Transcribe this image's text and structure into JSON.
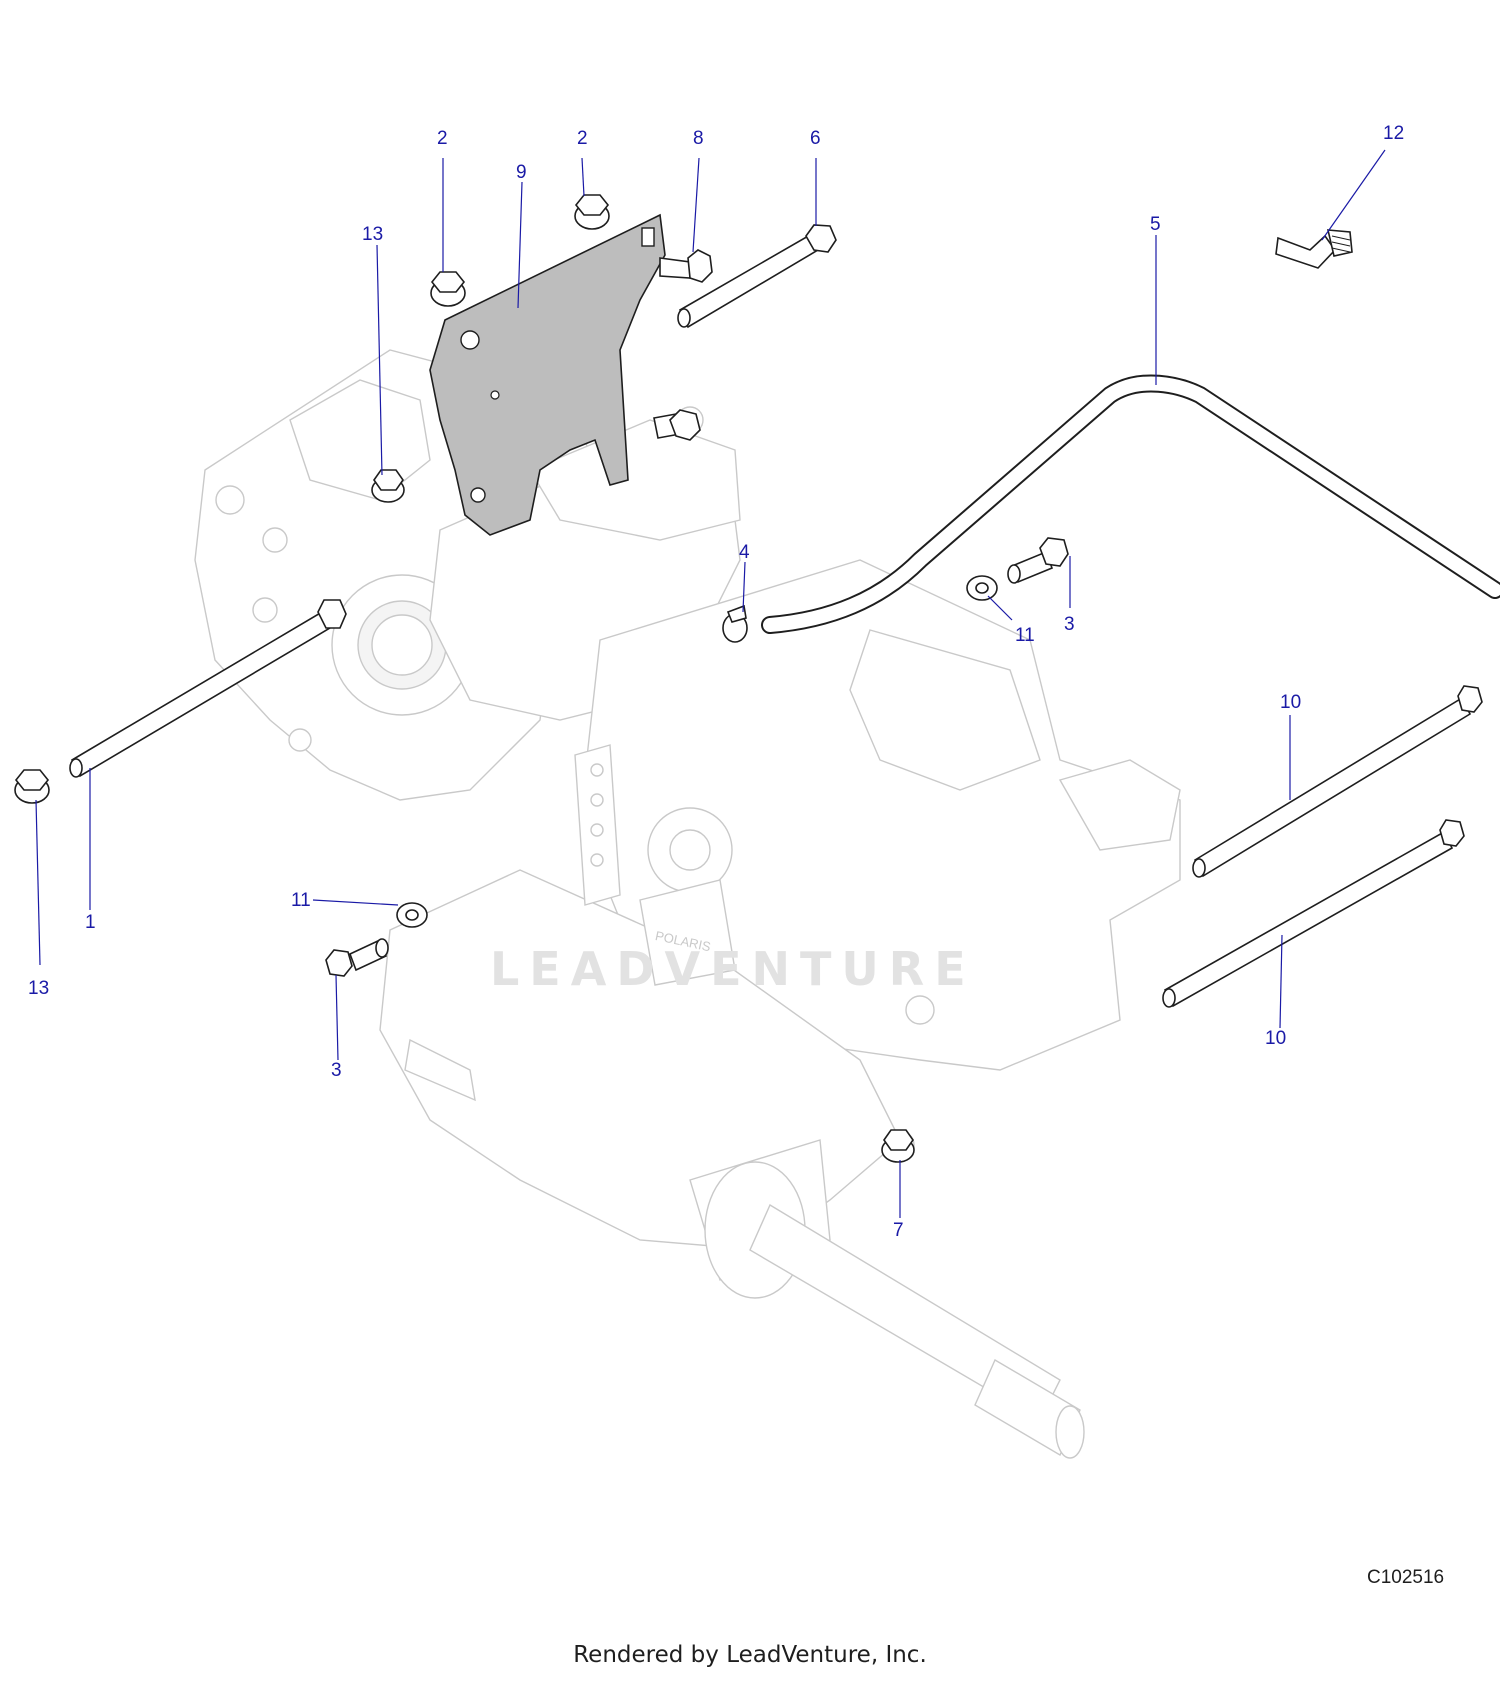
{
  "diagram": {
    "callouts": [
      {
        "id": "c2a",
        "label": "2"
      },
      {
        "id": "c2b",
        "label": "2"
      },
      {
        "id": "c9",
        "label": "9"
      },
      {
        "id": "c8",
        "label": "8"
      },
      {
        "id": "c6",
        "label": "6"
      },
      {
        "id": "c12",
        "label": "12"
      },
      {
        "id": "c13a",
        "label": "13"
      },
      {
        "id": "c5",
        "label": "5"
      },
      {
        "id": "c4",
        "label": "4"
      },
      {
        "id": "c11a",
        "label": "11"
      },
      {
        "id": "c3a",
        "label": "3"
      },
      {
        "id": "c10a",
        "label": "10"
      },
      {
        "id": "c1",
        "label": "1"
      },
      {
        "id": "c13b",
        "label": "13"
      },
      {
        "id": "c11b",
        "label": "11"
      },
      {
        "id": "c3b",
        "label": "3"
      },
      {
        "id": "c10b",
        "label": "10"
      },
      {
        "id": "c7",
        "label": "7"
      }
    ],
    "watermark_text": "LEADVENTURE",
    "housing_stamp": "POLARIS",
    "diagram_code": "C102516"
  },
  "footer": {
    "credit": "Rendered by LeadVenture, Inc."
  },
  "colors": {
    "callout": "#1a1aa6",
    "line": "#1e1e1e",
    "ghost": "#c9c9c9",
    "plate": "#bdbdbd"
  }
}
